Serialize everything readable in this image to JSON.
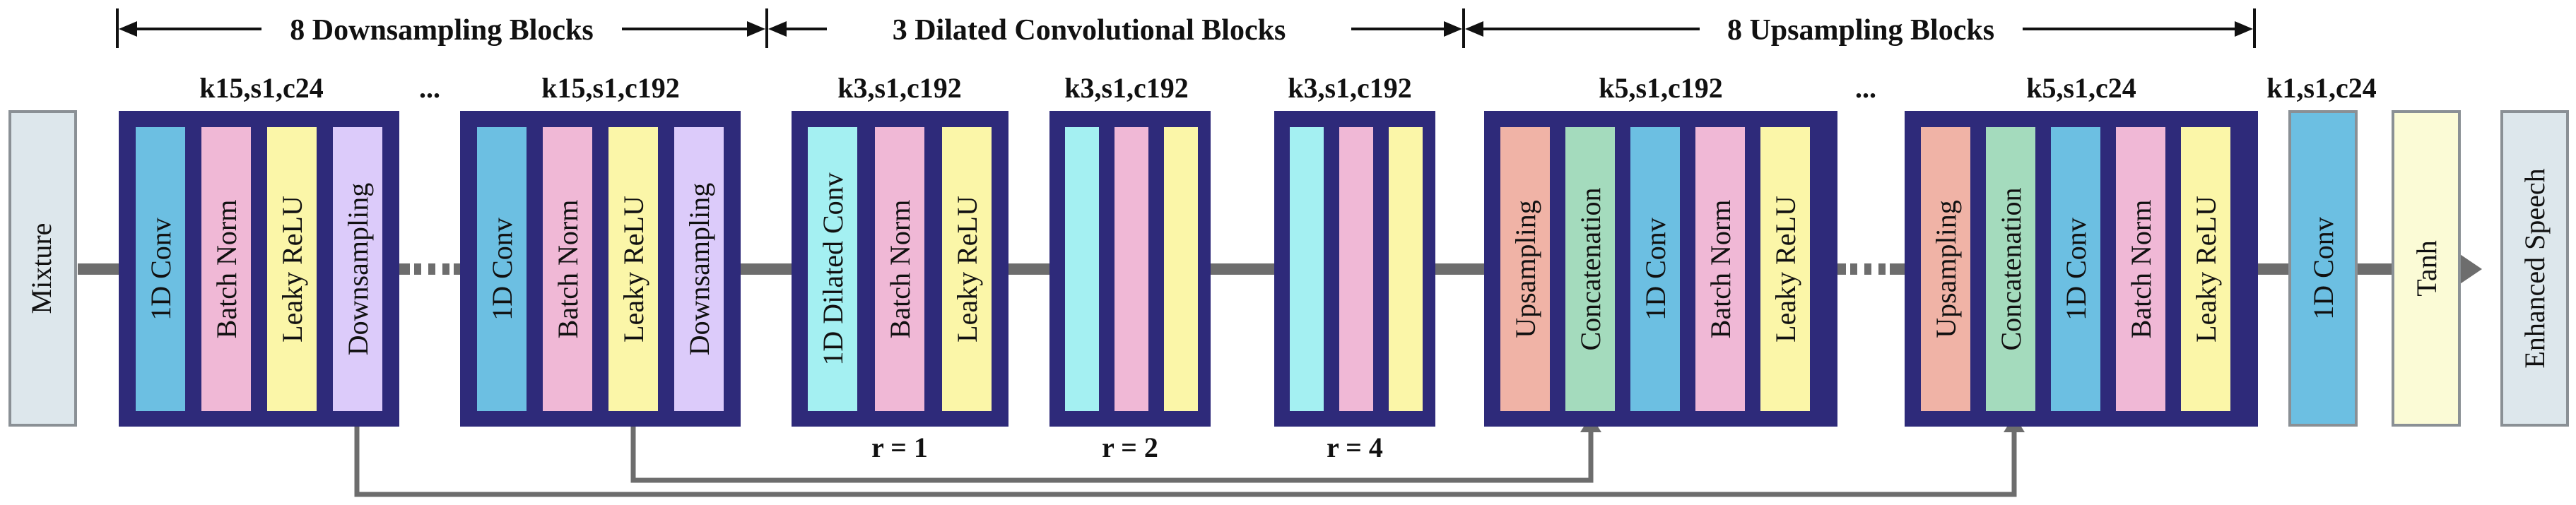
{
  "headers": {
    "down": "8 Downsampling Blocks",
    "dilated": "3 Dilated Convolutional Blocks",
    "up": "8 Upsampling Blocks"
  },
  "io": {
    "input": "Mixture",
    "output": "Enhanced Speech"
  },
  "ellipsis": "...",
  "configs": {
    "down_first": "k15,s1,c24",
    "down_last": "k15,s1,c192",
    "dil1": "k3,s1,c192",
    "dil2": "k3,s1,c192",
    "dil3": "k3,s1,c192",
    "up_first": "k5,s1,c192",
    "up_last": "k5,s1,c24",
    "final": "k1,s1,c24"
  },
  "layers": {
    "conv": "1D Conv",
    "bn": "Batch Norm",
    "lrelu": "Leaky ReLU",
    "down": "Downsampling",
    "dconv": "1D Dilated Conv",
    "up": "Upsampling",
    "concat": "Concatenation",
    "tanh": "Tanh"
  },
  "rates": {
    "r1": "r = 1",
    "r2": "r = 2",
    "r3": "r = 4"
  },
  "colors": {
    "block_border": "#2e2a7a",
    "conv": "#6cbfe2",
    "bn": "#f0b8d6",
    "lrelu": "#fbf6a8",
    "down": "#dccbfa",
    "dconv": "#a4f0f2",
    "up": "#f0b3a6",
    "concat": "#a4dbbd",
    "io": "#dde7ec",
    "tanh": "#fbfbd6",
    "line": "#6d6d6d"
  }
}
